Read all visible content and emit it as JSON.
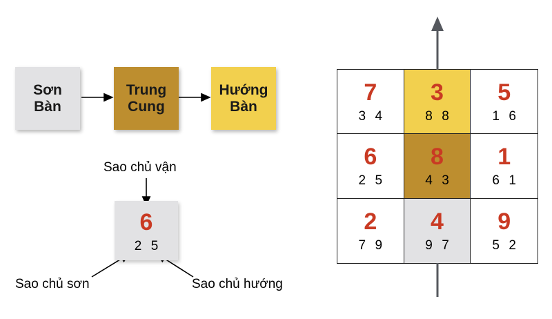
{
  "flow": {
    "box1": "Sơn\nBàn",
    "box2": "Trung\nCung",
    "box3": "Hướng\nBàn"
  },
  "legend": {
    "top_label": "Sao chủ vận",
    "center": "6",
    "left": "2",
    "right": "5",
    "left_label": "Sao chủ sơn",
    "right_label": "Sao chủ hướng"
  },
  "grid": {
    "cells": [
      {
        "center": "7",
        "left": "3",
        "right": "4",
        "fill": "#ffffff"
      },
      {
        "center": "3",
        "left": "8",
        "right": "8",
        "fill": "#f2d04e"
      },
      {
        "center": "5",
        "left": "1",
        "right": "6",
        "fill": "#ffffff"
      },
      {
        "center": "6",
        "left": "2",
        "right": "5",
        "fill": "#ffffff"
      },
      {
        "center": "8",
        "left": "4",
        "right": "3",
        "fill": "#bd8e2f"
      },
      {
        "center": "1",
        "left": "6",
        "right": "1",
        "fill": "#ffffff"
      },
      {
        "center": "2",
        "left": "7",
        "right": "9",
        "fill": "#ffffff"
      },
      {
        "center": "4",
        "left": "9",
        "right": "7",
        "fill": "#e2e2e4"
      },
      {
        "center": "9",
        "left": "5",
        "right": "2",
        "fill": "#ffffff"
      }
    ]
  },
  "colors": {
    "son_ban": "#e2e2e4",
    "trung_cung": "#bd8e2f",
    "huong_ban": "#f2d04e",
    "star_red": "#c93a23",
    "axis_arrow": "#55585e"
  }
}
